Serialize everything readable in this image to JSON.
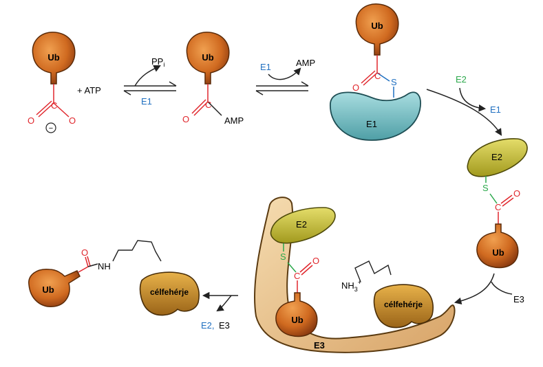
{
  "labels": {
    "ub": "Ub",
    "atp": "+ ATP",
    "ppi_main": "PP",
    "ppi_sub": "i",
    "amp": "AMP",
    "o": "O",
    "c": "C",
    "s": "S",
    "nh": "NH",
    "nh3_main": "NH",
    "nh3_sub": "3",
    "nh3_sup": "+",
    "minus": "−",
    "e1": "E1",
    "e2": "E2",
    "e3": "E3",
    "e2_comma": "E2,",
    "protein": "célfehérje"
  },
  "colors": {
    "ub": "#c8641c",
    "carbonyl": "#e0262c",
    "e1_text": "#1f6fc0",
    "e1_protein": "#7cc4c8",
    "e2_text": "#2aa84a",
    "e2_protein": "#c9c23a",
    "e3_protein": "#e8c48a",
    "target_protein": "#c98a2a"
  }
}
